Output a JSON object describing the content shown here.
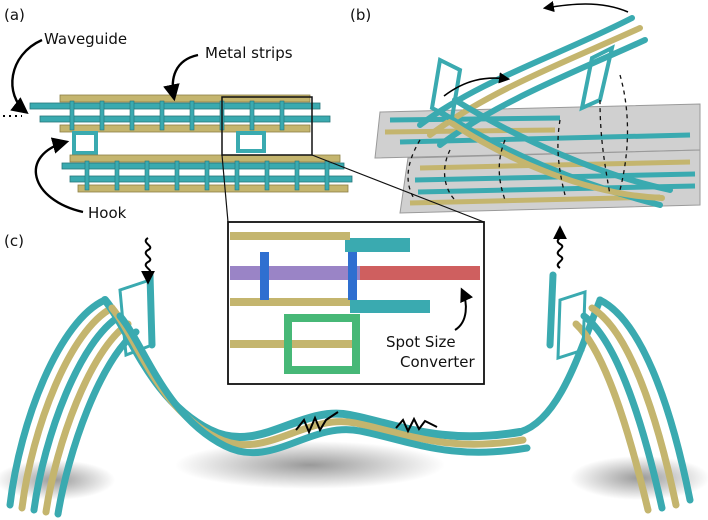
{
  "panels": {
    "a": {
      "label": "(a)",
      "waveguide": "Waveguide",
      "metal": "Metal strips",
      "hook": "Hook"
    },
    "b": {
      "label": "(b)"
    },
    "c": {
      "label": "(c)"
    },
    "inset": {
      "converter_line1": "Spot Size",
      "converter_line2": "Converter"
    }
  },
  "colors": {
    "waveguide": "#3aaab0",
    "waveguide_dark": "#26777b",
    "metal": "#c4b56e",
    "metal_dark": "#8d7f45",
    "converter": "#cf5f5f",
    "purple": "#9a84c6",
    "blue": "#2f6fd0",
    "hook_green": "#47b877",
    "substrate": "#c8c8c8"
  }
}
